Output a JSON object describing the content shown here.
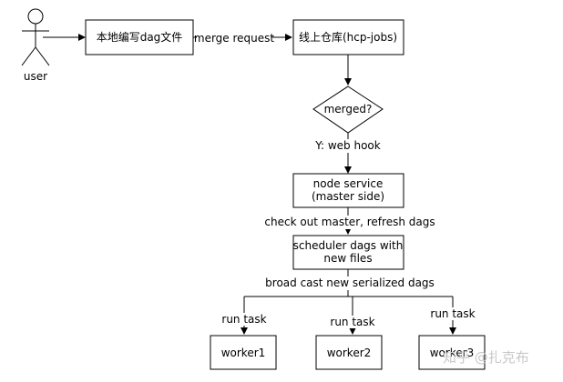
{
  "actor": {
    "label": "user"
  },
  "nodes": {
    "local_edit": "本地编写dag文件",
    "remote_repo": "线上仓库(hcp-jobs)",
    "merged_decision": "merged?",
    "node_service_line1": "node service",
    "node_service_line2": "(master side)",
    "scheduler_line1": "scheduler  dags with",
    "scheduler_line2": "new files",
    "worker1": "worker1",
    "worker2": "worker2",
    "worker3": "worker3"
  },
  "edges": {
    "merge_request": "merge request",
    "web_hook": "Y: web hook",
    "check_out": "check out master, refresh dags",
    "broadcast": "broad cast new serialized dags",
    "run_task_1": "run task",
    "run_task_2": "run task",
    "run_task_3": "run task"
  },
  "watermark": "知乎 @扎克布"
}
